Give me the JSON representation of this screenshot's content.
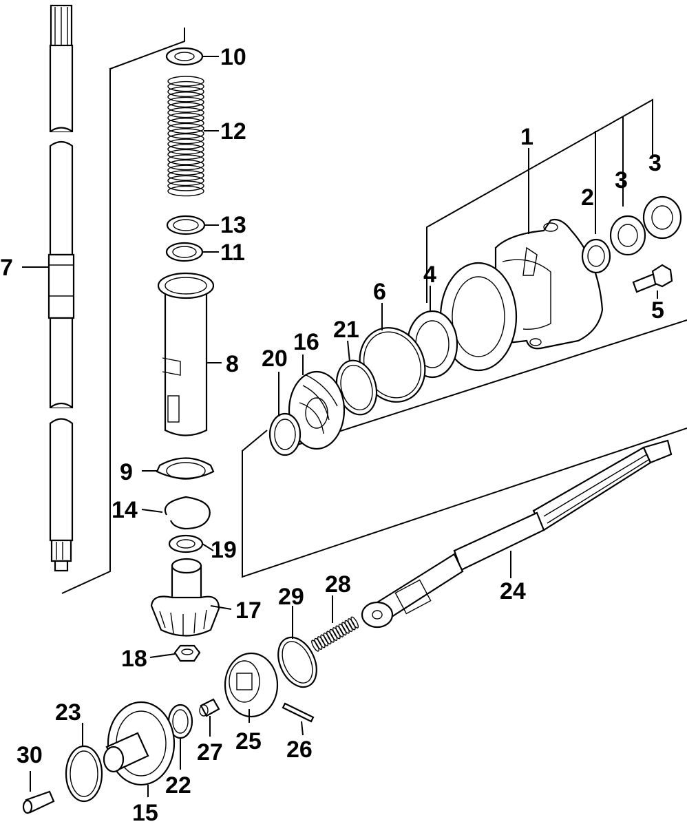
{
  "labels": {
    "p1": "1",
    "p2": "2",
    "p3a": "3",
    "p3b": "3",
    "p4": "4",
    "p5": "5",
    "p6": "6",
    "p7": "7",
    "p8": "8",
    "p9": "9",
    "p10": "10",
    "p11": "11",
    "p12": "12",
    "p13": "13",
    "p14": "14",
    "p15": "15",
    "p16": "16",
    "p17": "17",
    "p18": "18",
    "p19": "19",
    "p20": "20",
    "p21": "21",
    "p22": "22",
    "p23": "23",
    "p24": "24",
    "p25": "25",
    "p26": "26",
    "p27": "27",
    "p28": "28",
    "p29": "29",
    "p30": "30"
  }
}
